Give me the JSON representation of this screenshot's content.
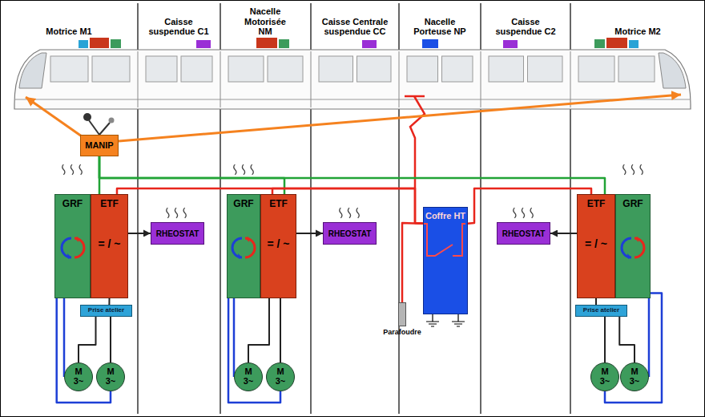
{
  "diagram": {
    "nodes": [
      {
        "text": [
          "MANIP"
        ]
      },
      {
        "text": [
          "GRF"
        ]
      },
      {
        "text": [
          "ETF",
          "= / ~"
        ]
      },
      {
        "text": [
          "RHEOSTAT"
        ]
      },
      {
        "text": [
          "Prise atelier"
        ]
      },
      {
        "text": [
          "M 3~"
        ]
      },
      {
        "text": [
          "M 3~"
        ]
      },
      {
        "text": [
          "GRF"
        ]
      },
      {
        "text": [
          "ETF",
          "= / ~"
        ]
      },
      {
        "text": [
          "RHEOSTAT"
        ]
      },
      {
        "text": [
          "M 3~"
        ]
      },
      {
        "text": [
          "M 3~"
        ]
      },
      {
        "text": [
          "Parafoudre"
        ]
      },
      {
        "text": [
          "Coffre HT"
        ]
      },
      {
        "text": [
          "RHEOSTAT"
        ]
      },
      {
        "text": [
          "ETF",
          "= / ~"
        ]
      },
      {
        "text": [
          "GRF"
        ]
      },
      {
        "text": [
          "Prise atelier"
        ]
      },
      {
        "text": [
          "M 3~"
        ]
      },
      {
        "text": [
          "M 3~"
        ]
      }
    ],
    "edges": [
      {
        "from": 0,
        "to": 2,
        "arrow": "none"
      },
      {
        "from": 0,
        "to": 8,
        "arrow": "none"
      },
      {
        "from": 0,
        "to": 15,
        "arrow": "none"
      },
      {
        "from": 13,
        "to": 2,
        "arrow": "none"
      },
      {
        "from": 13,
        "to": 8,
        "arrow": "none"
      },
      {
        "from": 13,
        "to": 15,
        "arrow": "none"
      },
      {
        "from": 13,
        "to": 12,
        "arrow": "none"
      },
      {
        "from": 2,
        "to": 3,
        "arrow": "to"
      },
      {
        "from": 8,
        "to": 9,
        "arrow": "to"
      },
      {
        "from": 15,
        "to": 14,
        "arrow": "to"
      },
      {
        "from": 2,
        "to": 4,
        "arrow": "none"
      },
      {
        "from": 4,
        "to": 5,
        "arrow": "none"
      },
      {
        "from": 4,
        "to": 6,
        "arrow": "none"
      },
      {
        "from": 1,
        "to": 5,
        "arrow": "none"
      },
      {
        "from": 1,
        "to": 6,
        "arrow": "none"
      },
      {
        "from": 8,
        "to": 10,
        "arrow": "none"
      },
      {
        "from": 8,
        "to": 11,
        "arrow": "none"
      },
      {
        "from": 7,
        "to": 10,
        "arrow": "none"
      },
      {
        "from": 7,
        "to": 11,
        "arrow": "none"
      },
      {
        "from": 15,
        "to": 17,
        "arrow": "none"
      },
      {
        "from": 17,
        "to": 18,
        "arrow": "none"
      },
      {
        "from": 17,
        "to": 19,
        "arrow": "none"
      },
      {
        "from": 16,
        "to": 19,
        "arrow": "none"
      },
      {
        "from": 16,
        "to": 18,
        "arrow": "none"
      }
    ],
    "labels": [
      "Motrice M1",
      "Caisse suspendue C1",
      "Nacelle Motorisée NM",
      "Caisse Centrale suspendue CC",
      "Nacelle Porteuse NP",
      "Caisse suspendue C2",
      "Motrice M2"
    ]
  }
}
